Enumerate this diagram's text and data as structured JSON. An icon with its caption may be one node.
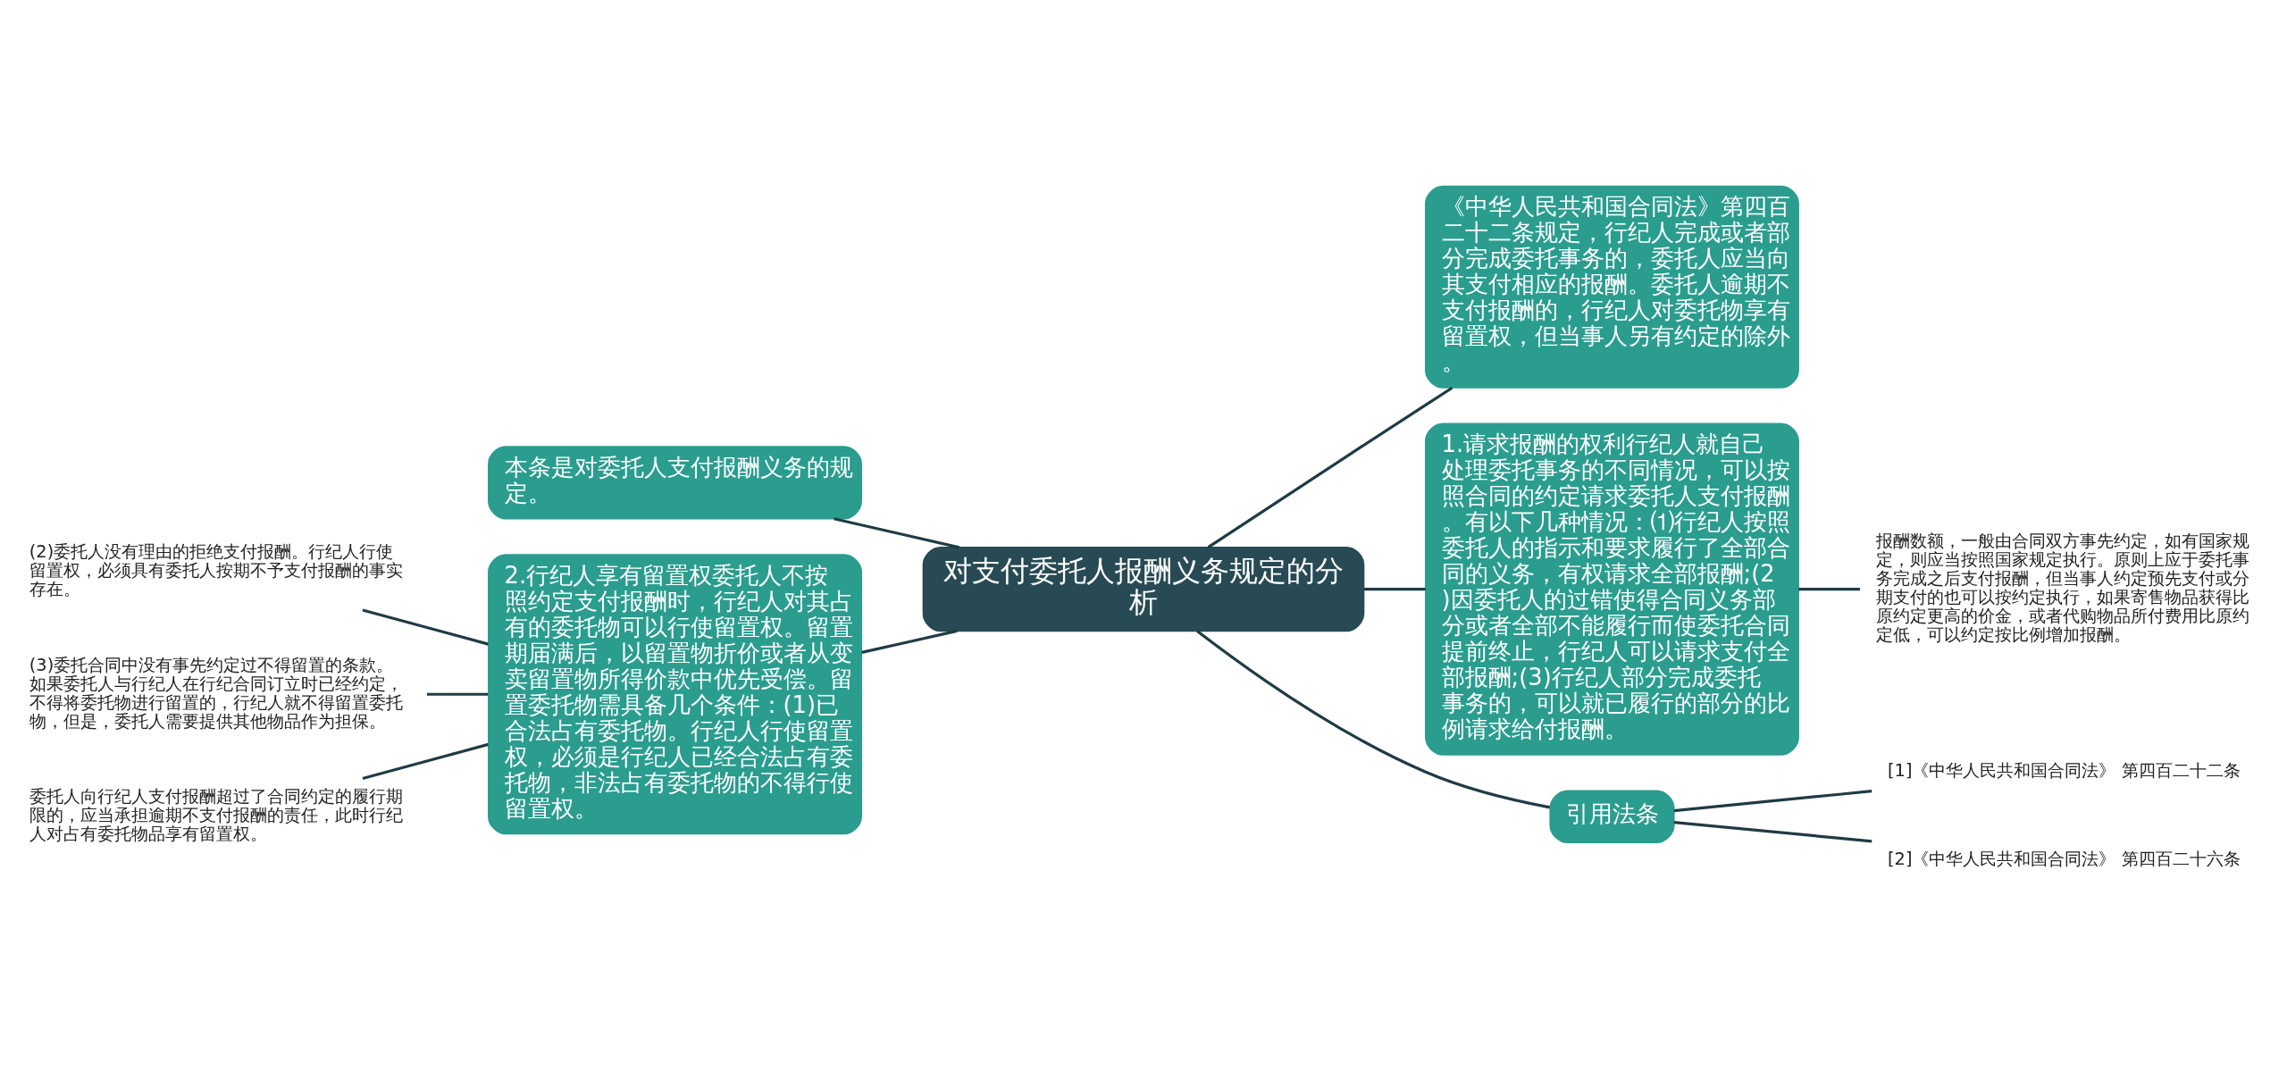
{
  "diagram": {
    "nodes": [
      {
        "text": [
          "对支付委托人报酬义务规定的分析"
        ]
      },
      {
        "text": [
          "本条是对委托人支付报酬义务的规定。"
        ]
      },
      {
        "text": [
          "2.行纪人享有留置权委托人不按照约定支付报酬时，行纪人对其占有的委托物可以行使留置权。留置期届满后，以留置物折价或者从变卖留置物所得价款中优先受偿。留置委托物需具备几个条件：(1)已合法占有委托物。行纪人行使留置权，必须是行纪人已经合法占有委托物，非法占有委托物的不得行使留置权。"
        ]
      },
      {
        "text": [
          "(2)委托人没有理由的拒绝支付报酬。行纪人行使留置权，必须具有委托人按期不予支付报酬的事实存在。"
        ]
      },
      {
        "text": [
          "(3)委托合同中没有事先约定过不得留置的条款。如果委托人与行纪人在行纪合同订立时已经约定，不得将委托物进行留置的，行纪人就不得留置委托物，但是，委托人需要提供其他物品作为担保。"
        ]
      },
      {
        "text": [
          "委托人向行纪人支付报酬超过了合同约定的履行期限的，应当承担逾期不支付报酬的责任，此时行纪人对占有委托物品享有留置权。"
        ]
      },
      {
        "text": [
          "《中华人民共和国合同法》第四百二十二条规定，行纪人完成或者部分完成委托事务的，委托人应当向其支付相应的报酬。委托人逾期不支付报酬的，行纪人对委托物享有留置权，但当事人另有约定的除外。"
        ]
      },
      {
        "text": [
          "1.请求报酬的权利行纪人就自己处理委托事务的不同情况，可以按照合同的约定请求委托人支付报酬。有以下几种情况：⑴行纪人按照委托人的指示和要求履行了全部合同的义务，有权请求全部报酬;(2)因委托人的过错使得合同义务部分或者全部不能履行而使委托合同提前终止，行纪人可以请求支付全部报酬;(3)行纪人部分完成委托事务的，可以就已履行的部分的比例请求给付报酬。"
        ]
      },
      {
        "text": [
          "报酬数额，一般由合同双方事先约定，如有国家规定，则应当按照国家规定执行。原则上应于委托事务完成之后支付报酬，但当事人约定预先支付或分期支付的也可以按约定执行，如果寄售物品获得比原约定更高的价金，或者代购物品所付费用比原约定低，可以约定按比例增加报酬。"
        ]
      },
      {
        "text": [
          "引用法条"
        ]
      },
      {
        "text": [
          "[1]《中华人民共和国合同法》 第四百二十二条"
        ]
      },
      {
        "text": [
          "[2]《中华人民共和国合同法》 第四百二十六条"
        ]
      }
    ],
    "edges": [
      {
        "from": 0,
        "to": 1,
        "arrow": "none"
      },
      {
        "from": 0,
        "to": 2,
        "arrow": "none"
      },
      {
        "from": 2,
        "to": 3,
        "arrow": "none"
      },
      {
        "from": 2,
        "to": 4,
        "arrow": "none"
      },
      {
        "from": 2,
        "to": 5,
        "arrow": "none"
      },
      {
        "from": 0,
        "to": 6,
        "arrow": "none"
      },
      {
        "from": 0,
        "to": 7,
        "arrow": "none"
      },
      {
        "from": 7,
        "to": 8,
        "arrow": "none"
      },
      {
        "from": 0,
        "to": 9,
        "arrow": "none"
      },
      {
        "from": 9,
        "to": 10,
        "arrow": "none"
      },
      {
        "from": 9,
        "to": 11,
        "arrow": "none"
      }
    ]
  }
}
